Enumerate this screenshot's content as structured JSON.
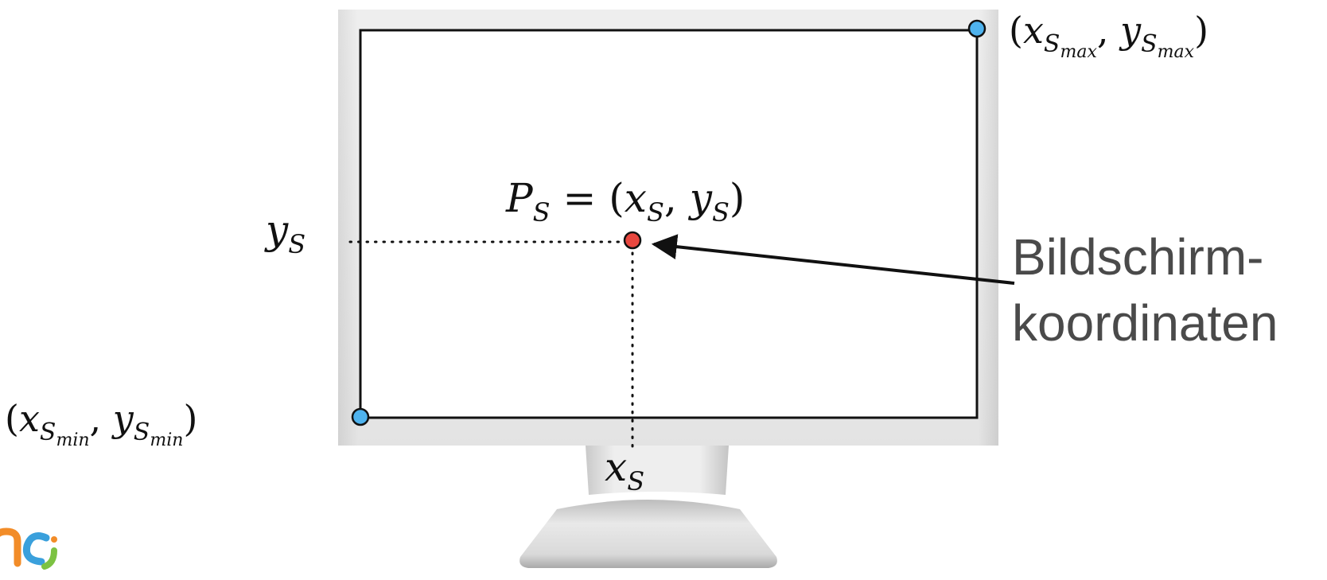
{
  "colors": {
    "point_marker": "#e8473f",
    "corner_marker": "#4fb3ee",
    "caption_text": "#4a4a4a",
    "logo_orange": "#f28c28",
    "logo_blue": "#3aa0dc",
    "logo_green": "#7cc242"
  },
  "labels": {
    "point_main": "P",
    "point_sub": "S",
    "point_eq": " = (",
    "point_x": "x",
    "point_x_sub": "S",
    "point_comma": ", ",
    "point_y": "y",
    "point_y_sub": "S",
    "point_close": ")",
    "ys_main": "y",
    "ys_sub": "S",
    "xs_main": "x",
    "xs_sub": "S",
    "max_open": "(",
    "max_x": "x",
    "max_x_sub": "S",
    "max_x_subsub": "max",
    "max_comma": ", ",
    "max_y": "y",
    "max_y_sub": "S",
    "max_y_subsub": "max",
    "max_close": ")",
    "min_open": "(",
    "min_x": "x",
    "min_x_sub": "S",
    "min_x_subsub": "min",
    "min_comma": ", ",
    "min_y": "y",
    "min_y_sub": "S",
    "min_y_subsub": "min",
    "min_close": ")",
    "caption_line1": "Bildschirm-",
    "caption_line2": "koordinaten"
  },
  "icons": {
    "monitor": "monitor-icon",
    "logo": "logo-icon"
  }
}
